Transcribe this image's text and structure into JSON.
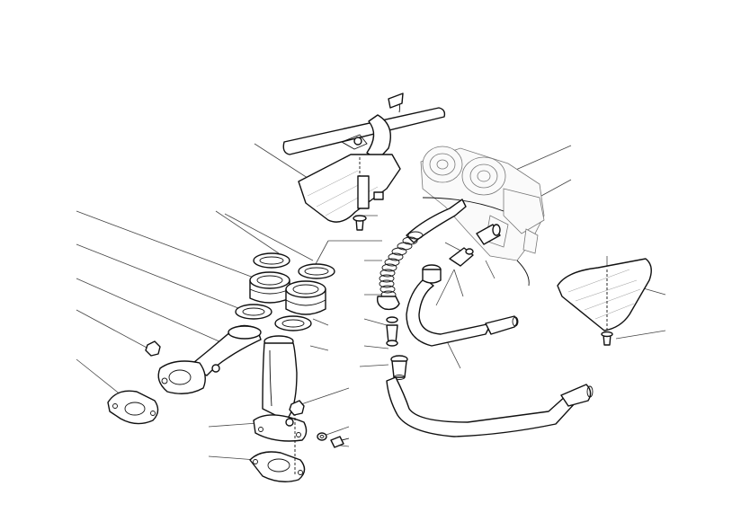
{
  "diagram": {
    "background_color": "#ffffff",
    "line_color": "#111111",
    "leader_color": "#444444",
    "parts": [
      {
        "name": "frame-tube",
        "icon": "frame-tube-outline"
      },
      {
        "name": "upper-heat-shield",
        "icon": "shield-bracket"
      },
      {
        "name": "carburetor-assembly",
        "icon": "carburetor-ghost"
      },
      {
        "name": "right-side-shield",
        "icon": "shield-panel"
      },
      {
        "name": "intake-rubber-left",
        "icon": "rubber-sleeve"
      },
      {
        "name": "intake-rubber-right",
        "icon": "rubber-sleeve"
      },
      {
        "name": "clamps",
        "icon": "hose-clamp"
      },
      {
        "name": "left-intake-manifold",
        "icon": "manifold-pipe"
      },
      {
        "name": "right-intake-manifold",
        "icon": "manifold-pipe"
      },
      {
        "name": "flange-gaskets",
        "icon": "gasket"
      },
      {
        "name": "coil-hose",
        "icon": "spring-hose"
      },
      {
        "name": "breather-hose-upper",
        "icon": "hose"
      },
      {
        "name": "breather-hose-lower",
        "icon": "hose"
      },
      {
        "name": "fittings",
        "icon": "nipple-fitting"
      },
      {
        "name": "screws-and-washers",
        "icon": "screw"
      }
    ]
  }
}
